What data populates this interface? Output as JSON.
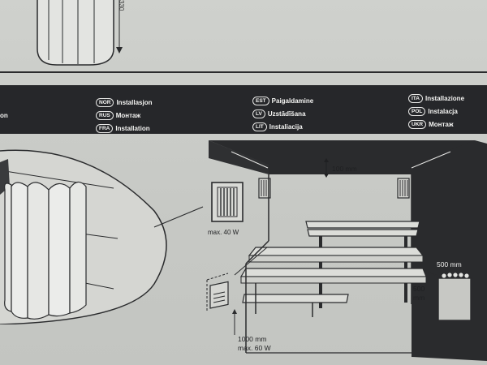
{
  "page_number": "330",
  "band": {
    "left_fragment": "on",
    "languages": [
      {
        "code": "NOR",
        "label": "Installasjon"
      },
      {
        "code": "RUS",
        "label": "Монтаж"
      },
      {
        "code": "FRA",
        "label": "Installation"
      },
      {
        "code": "EST",
        "label": "Paigaldamine"
      },
      {
        "code": "LV",
        "label": "Uzstādīšana"
      },
      {
        "code": "LIT",
        "label": "Instaliacija"
      },
      {
        "code": "ITA",
        "label": "Installazione"
      },
      {
        "code": "POL",
        "label": "Instalacja"
      },
      {
        "code": "UKR",
        "label": "Монтаж"
      }
    ]
  },
  "labels": {
    "ceiling_gap": "100 mm",
    "vent_power": "max. 40 W",
    "heater_side": "500 mm",
    "heater_front": "500",
    "heater_front_unit": "mm",
    "floor_height": "1000 mm",
    "floor_power": "max. 60 W"
  },
  "colors": {
    "band": "#26272a",
    "paper": "#cfd1cd",
    "ink": "#1f2022"
  }
}
